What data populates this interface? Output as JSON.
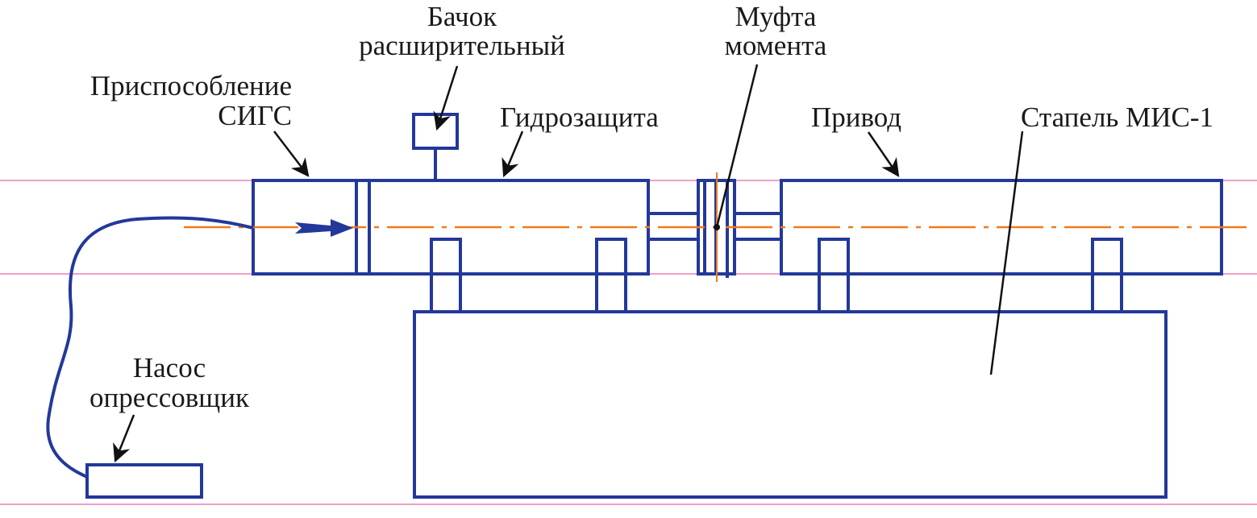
{
  "diagram": {
    "type": "test-stand schematic",
    "labels": {
      "fixture": [
        "Приспособление",
        "СИГС"
      ],
      "expansion_tank": [
        "Бачок",
        "расширительный"
      ],
      "hydroprotection": "Гидрозащита",
      "coupling": [
        "Муфта",
        "момента"
      ],
      "drive": "Привод",
      "slipway": "Стапель МИС-1",
      "pump": [
        "Насос",
        "опрессовщик"
      ]
    },
    "colors": {
      "outline": "#23389a",
      "axis": "#f07a1e",
      "guide_lines": "#f0a0c8",
      "leaders": "#111111",
      "text": "#1a1a1a"
    },
    "components": [
      "fixture-SIGS",
      "expansion-tank",
      "hydroprotection",
      "torque-coupling",
      "drive",
      "slipway-MIS-1",
      "pressure-test-pump",
      "hose"
    ]
  }
}
